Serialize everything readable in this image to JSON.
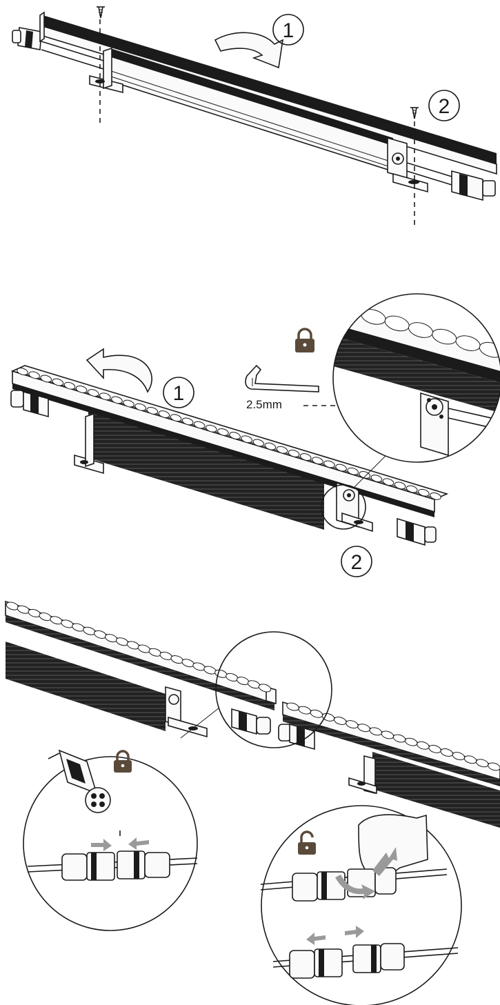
{
  "step_labels": {
    "panel1_step1": "1",
    "panel1_step2": "2",
    "panel2_step1": "1",
    "panel2_step2": "2"
  },
  "tool": {
    "hex_key_size": "2.5mm"
  },
  "icons": {
    "lock": "lock-icon",
    "unlock": "unlock-icon",
    "rotate_arrow": "rotate-arrow-icon",
    "push_arrow": "push-arrow-icon",
    "pull_arrow": "pull-arrow-icon",
    "screw": "screw-icon",
    "hex_key": "hex-key-icon",
    "hand": "hand-icon"
  },
  "colors": {
    "ink": "#1a1a1a",
    "lock_fill": "#5a4a3a",
    "arrow_fill": "#9a9a9a"
  }
}
